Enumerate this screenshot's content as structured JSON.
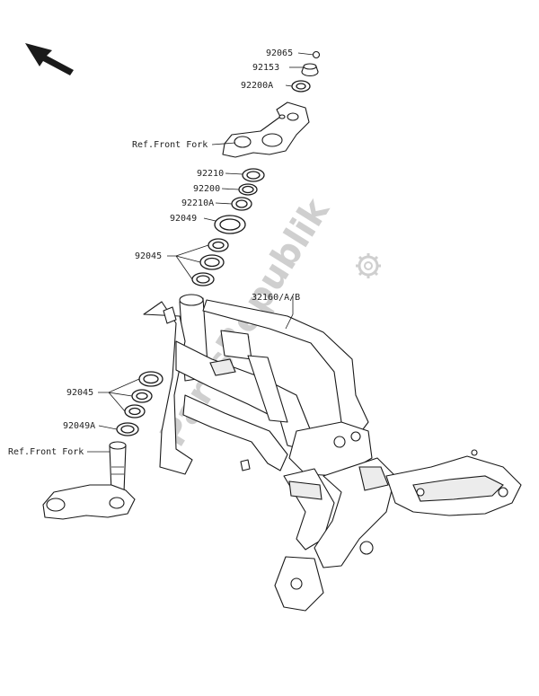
{
  "watermark": "PartsRepublik",
  "labels": {
    "p92065": "92065",
    "p92153": "92153",
    "p92200A": "92200A",
    "ref_front_fork_top": "Ref.Front Fork",
    "p92210": "92210",
    "p92200": "92200",
    "p92210A": "92210A",
    "p92049": "92049",
    "p92045_top": "92045",
    "p32160": "32160/A/B",
    "p92045_bottom": "92045",
    "p92049A": "92049A",
    "ref_front_fork_bottom": "Ref.Front Fork"
  },
  "icons": {
    "direction_arrow": "front-direction-arrow-icon",
    "watermark_gear": "gear-icon"
  },
  "colors": {
    "line": "#1a1a1a",
    "watermark": "#cfcfcf"
  }
}
